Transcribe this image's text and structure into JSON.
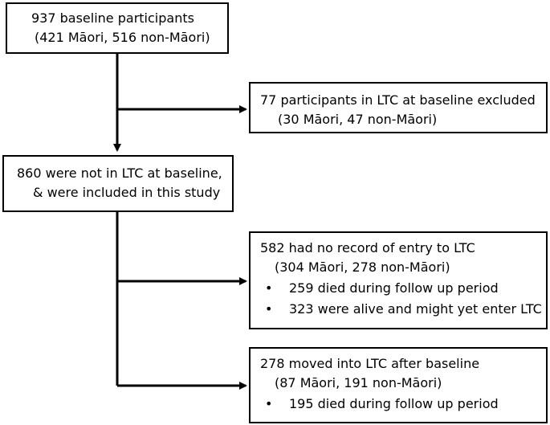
{
  "boxes": {
    "baseline": {
      "line1": "937 baseline participants",
      "line2": "(421 Māori, 516 non-Māori)"
    },
    "excluded": {
      "line1": "77 participants in LTC at baseline excluded",
      "line2": "(30 Māori, 47 non-Māori)"
    },
    "included": {
      "line1": "860 were not in LTC at baseline,",
      "line2": "& were included in this study"
    },
    "no_entry": {
      "line1": "582 had no record of entry to LTC",
      "line2": "(304 Māori, 278 non-Māori)",
      "bullets": [
        "259 died during follow up period",
        "323 were alive and might yet enter LTC"
      ]
    },
    "moved": {
      "line1": "278 moved into LTC after baseline",
      "line2": "(87 Māori, 191 non-Māori)",
      "bullets": [
        "195 died during follow up period"
      ]
    }
  },
  "bullet_glyph": "•",
  "colors": {
    "stroke": "#000000",
    "background": "#ffffff"
  }
}
